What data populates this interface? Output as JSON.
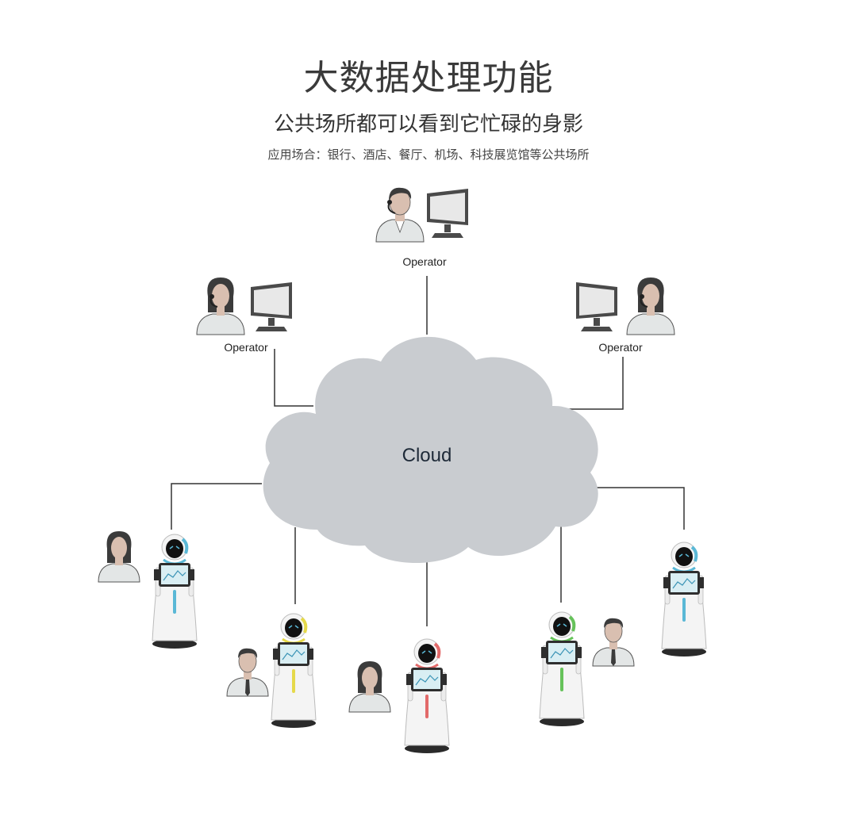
{
  "header": {
    "title": "大数据处理功能",
    "subtitle": "公共场所都可以看到它忙碌的身影",
    "caption": "应用场合：银行、酒店、餐厅、机场、科技展览馆等公共场所"
  },
  "nodes": {
    "operator_top": "Operator",
    "operator_left": "Operator",
    "operator_right": "Operator",
    "cloud": "Cloud"
  },
  "colors": {
    "cloud": "#c9ccd0",
    "line": "#333333",
    "monitor": "#4a4a4a",
    "skin": "#d9bfb0",
    "hair": "#3b3b3b",
    "shirt": "#e3e6e6",
    "robot_accents": [
      "#5ab8d6",
      "#e5d94a",
      "#e26a6a",
      "#66c25a",
      "#5ab8d6"
    ]
  },
  "icons": [
    "operator-icon",
    "monitor-icon",
    "headset-icon",
    "customer-icon",
    "robot-icon",
    "tablet-icon"
  ]
}
